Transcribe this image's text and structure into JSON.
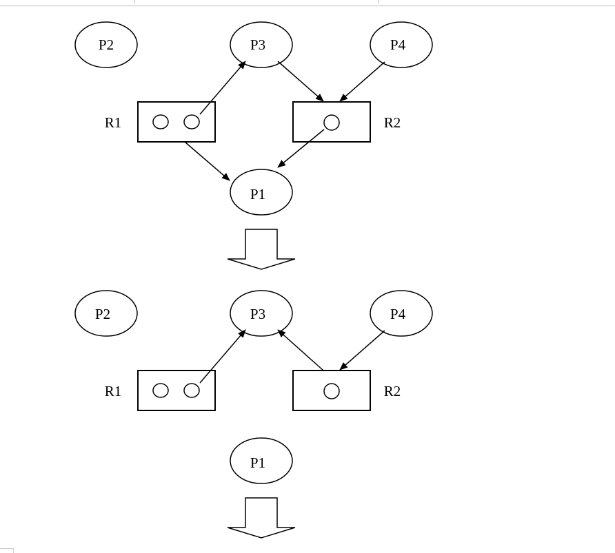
{
  "diagram": {
    "type": "resource-allocation-graph",
    "stages": [
      {
        "processes": [
          {
            "id": "P2",
            "label": "P2"
          },
          {
            "id": "P3",
            "label": "P3"
          },
          {
            "id": "P4",
            "label": "P4"
          },
          {
            "id": "P1",
            "label": "P1"
          }
        ],
        "resources": [
          {
            "id": "R1",
            "label": "R1",
            "instances": 2
          },
          {
            "id": "R2",
            "label": "R2",
            "instances": 1
          }
        ],
        "edges": [
          {
            "from": "R1",
            "to": "P3",
            "kind": "assignment"
          },
          {
            "from": "P3",
            "to": "R2",
            "kind": "request"
          },
          {
            "from": "P4",
            "to": "R2",
            "kind": "request"
          },
          {
            "from": "R1",
            "to": "P1",
            "kind": "assignment"
          },
          {
            "from": "R2",
            "to": "P1",
            "kind": "assignment"
          }
        ]
      },
      {
        "processes": [
          {
            "id": "P2",
            "label": "P2"
          },
          {
            "id": "P3",
            "label": "P3"
          },
          {
            "id": "P4",
            "label": "P4"
          },
          {
            "id": "P1",
            "label": "P1"
          }
        ],
        "resources": [
          {
            "id": "R1",
            "label": "R1",
            "instances": 2
          },
          {
            "id": "R2",
            "label": "R2",
            "instances": 1
          }
        ],
        "edges": [
          {
            "from": "R1",
            "to": "P3",
            "kind": "assignment"
          },
          {
            "from": "R2",
            "to": "P3",
            "kind": "assignment"
          },
          {
            "from": "P4",
            "to": "R2",
            "kind": "request"
          }
        ]
      }
    ],
    "transition_arrows": 2
  }
}
